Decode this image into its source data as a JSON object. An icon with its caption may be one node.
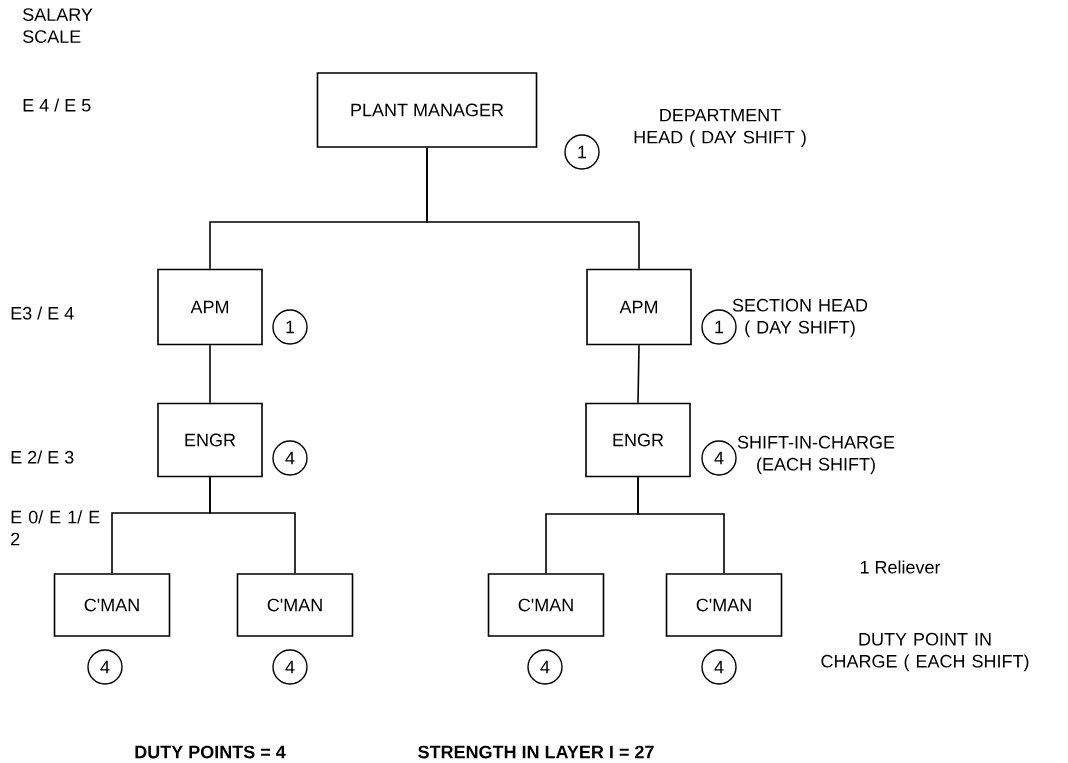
{
  "diagram": {
    "nodes": [
      {
        "text": [
          "PLANT MANAGER"
        ]
      },
      {
        "text": [
          "APM"
        ]
      },
      {
        "text": [
          "APM"
        ]
      },
      {
        "text": [
          "ENGR"
        ]
      },
      {
        "text": [
          "ENGR"
        ]
      },
      {
        "text": [
          "C'MAN"
        ]
      },
      {
        "text": [
          "C'MAN"
        ]
      },
      {
        "text": [
          "C'MAN"
        ]
      },
      {
        "text": [
          "C'MAN"
        ]
      },
      {
        "text": [
          "1"
        ]
      },
      {
        "text": [
          "1"
        ]
      },
      {
        "text": [
          "1"
        ]
      },
      {
        "text": [
          "4"
        ]
      },
      {
        "text": [
          "4"
        ]
      },
      {
        "text": [
          "4"
        ]
      },
      {
        "text": [
          "4"
        ]
      },
      {
        "text": [
          "4"
        ]
      },
      {
        "text": [
          "4"
        ]
      }
    ],
    "edges": [
      {
        "from": 0,
        "to": 1,
        "arrow": "none"
      },
      {
        "from": 0,
        "to": 2,
        "arrow": "none"
      },
      {
        "from": 1,
        "to": 3,
        "arrow": "none"
      },
      {
        "from": 2,
        "to": 4,
        "arrow": "none"
      },
      {
        "from": 3,
        "to": 5,
        "arrow": "none"
      },
      {
        "from": 3,
        "to": 6,
        "arrow": "none"
      },
      {
        "from": 4,
        "to": 7,
        "arrow": "none"
      },
      {
        "from": 4,
        "to": 8,
        "arrow": "none"
      }
    ],
    "labels": [
      "SALARY SCALE",
      "E 4 / E 5",
      "DEPARTMENT HEAD ( DAY SHIFT )",
      "E3 / E 4",
      "SECTION HEAD ( DAY SHIFT)",
      "E 2/ E 3",
      "SHIFT-IN-CHARGE (EACH SHIFT)",
      "E 0/ E 1/ E 2",
      "1 Reliever",
      "DUTY POINT IN CHARGE ( EACH SHIFT)",
      "DUTY POINTS = 4",
      "STRENGTH IN LAYER I = 27"
    ]
  }
}
